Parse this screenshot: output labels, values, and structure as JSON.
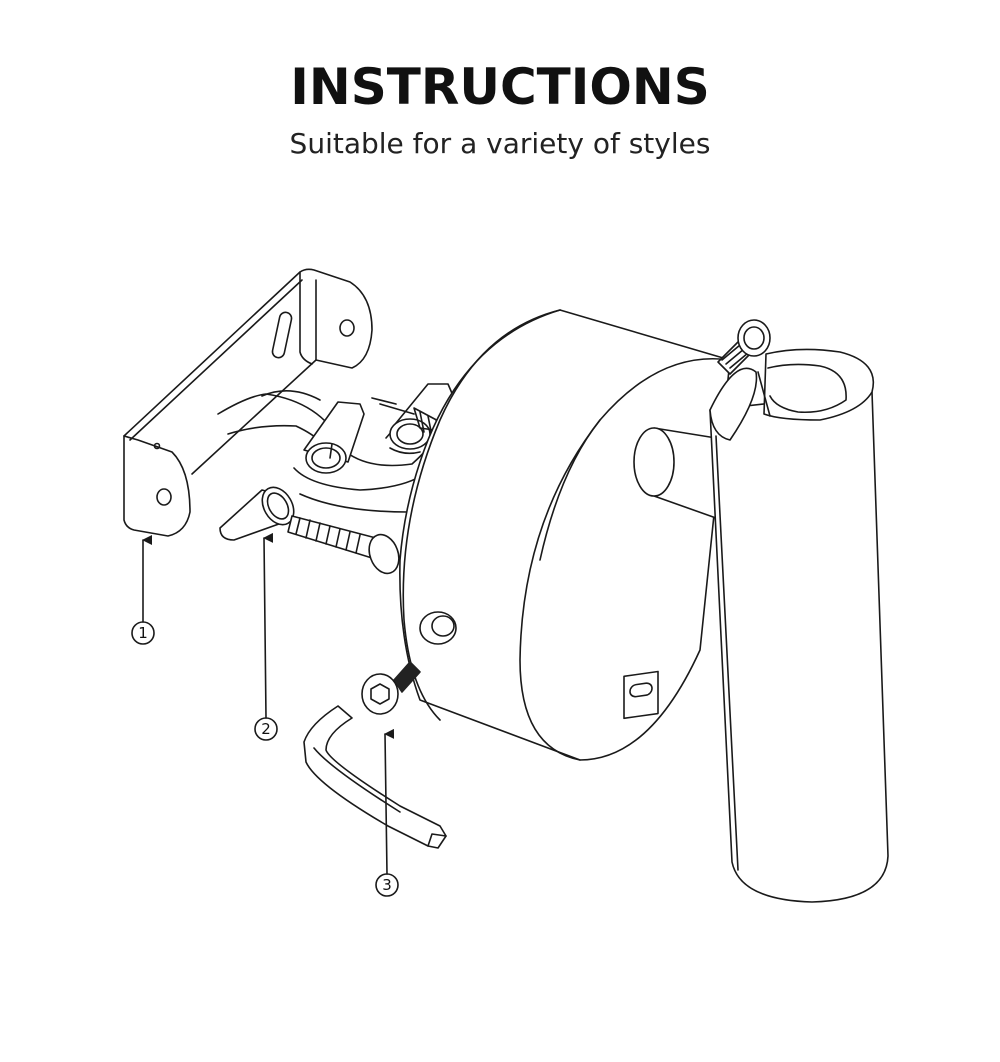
{
  "header": {
    "title": "INSTRUCTIONS",
    "subtitle": "Suitable for a variety of styles"
  },
  "callouts": [
    {
      "id": "1",
      "label": "①",
      "part": "mounting-bracket"
    },
    {
      "id": "2",
      "label": "②",
      "part": "wire-connector-and-screw"
    },
    {
      "id": "3",
      "label": "③",
      "part": "hex-screw-and-allen-key"
    }
  ],
  "colors": {
    "line": "#1a1a1a",
    "background": "#ffffff"
  }
}
